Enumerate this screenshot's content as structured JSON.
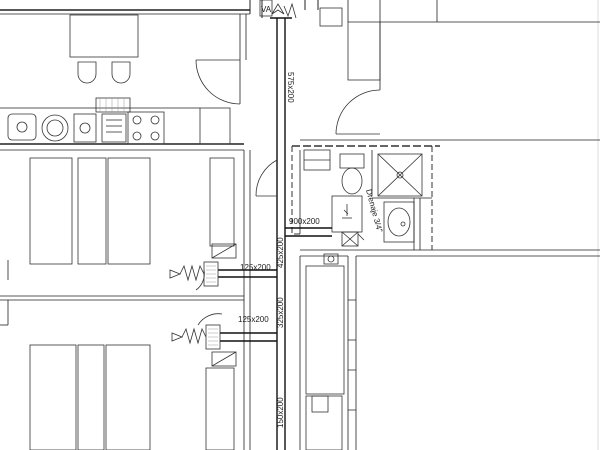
{
  "labels": {
    "duct_vertical_top": "575x200",
    "duct_horizontal_mid": "900x200",
    "duct_vertical_mid": "425x200",
    "duct_branch_upper": "125x200",
    "duct_vertical_lower": "325x200",
    "duct_branch_lower": "125x200",
    "duct_vertical_bottom": "150x200",
    "drainage_note": "Drenaje 3/4\"",
    "va_tag": "VA"
  }
}
